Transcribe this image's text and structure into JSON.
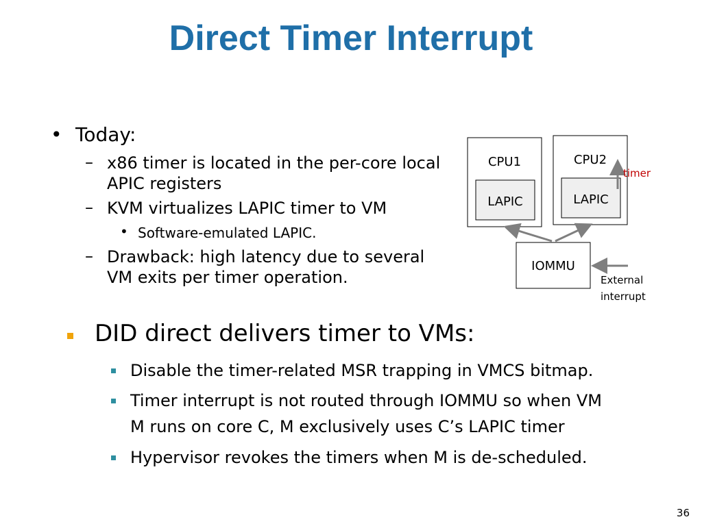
{
  "slide": {
    "title": "Direct Timer Interrupt",
    "today": {
      "bullet_char": "•",
      "label": "Today:",
      "items": [
        {
          "mark": "–",
          "lines": [
            "x86 timer is located in the per-core local",
            "APIC registers"
          ]
        },
        {
          "mark": "–",
          "lines": [
            "KVM virtualizes LAPIC timer to VM"
          ]
        },
        {
          "mark": "•",
          "lines": [
            "Software-emulated LAPIC."
          ]
        },
        {
          "mark": "–",
          "lines": [
            "Drawback: high latency due to several",
            "VM exits per timer operation."
          ]
        }
      ]
    },
    "diagram": {
      "cpu1": "CPU1",
      "cpu2": "CPU2",
      "lapic1": "LAPIC",
      "lapic2": "LAPIC",
      "timer_label": "timer",
      "iommu": "IOMMU",
      "external_1": "External",
      "external_2": "interrupt"
    },
    "did": {
      "heading": "DID direct delivers timer to VMs:",
      "items": [
        "Disable the timer-related MSR trapping in VMCS bitmap.",
        "Timer interrupt is not routed through IOMMU so when VM",
        "M runs on core C, M exclusively uses C’s LAPIC timer",
        "Hypervisor revokes the timers when M is de-scheduled."
      ]
    },
    "page_number": "36",
    "colors": {
      "title": "#1f6fa8",
      "timer": "#c00000",
      "orange_bullet": "#f0a30a",
      "teal_bullet": "#2e8fa0"
    }
  }
}
